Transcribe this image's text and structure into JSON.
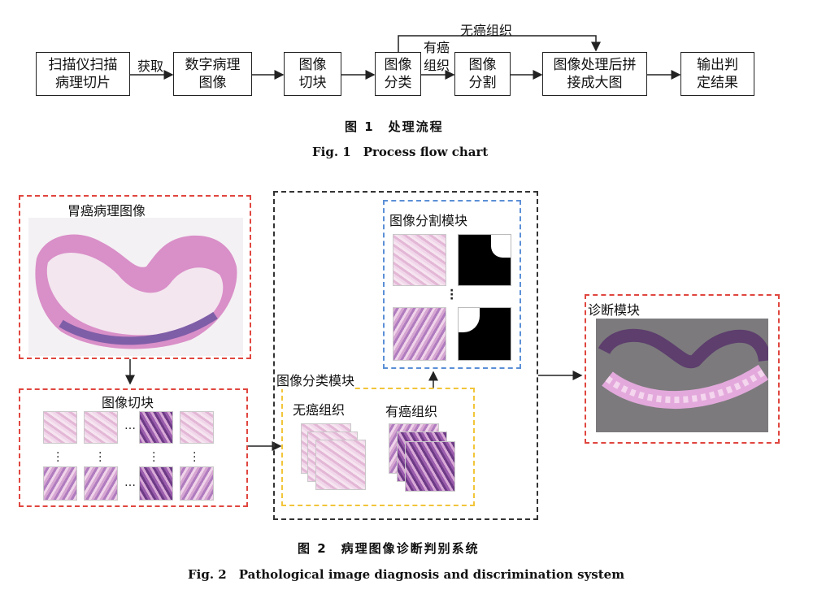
{
  "fig1": {
    "boxes": {
      "scanner": "扫描仪扫描病理切片",
      "digital_image": "数字病理图像",
      "tiling": "图像切块",
      "classification": "图像分类",
      "segmentation": "图像分割",
      "stitching": "图像处理后拼接成大图",
      "output": "输出判定结果"
    },
    "edge_labels": {
      "acquire": "获取",
      "cancer": "有癌组织",
      "no_cancer": "无癌组织"
    },
    "caption_cn": "图 1　处理流程",
    "caption_en": "Fig. 1　Process flow chart"
  },
  "fig2": {
    "panels": {
      "gastric_image": "胃癌病理图像",
      "tiling": "图像切块",
      "classification_module": "图像分类模块",
      "no_cancer_tissue": "无癌组织",
      "cancer_tissue": "有癌组织",
      "segmentation_module": "图像分割模块",
      "diagnosis_module": "诊断模块"
    },
    "ellipsis": "…",
    "caption_cn": "图 2　病理图像诊断判别系统",
    "caption_en": "Fig. 2　Pathological image diagnosis and discrimination system"
  },
  "colors": {
    "red_dash": "#e0463f",
    "blue_dash": "#5b8fd6",
    "yellow_dash": "#f2c53a",
    "black_dash": "#333333"
  }
}
